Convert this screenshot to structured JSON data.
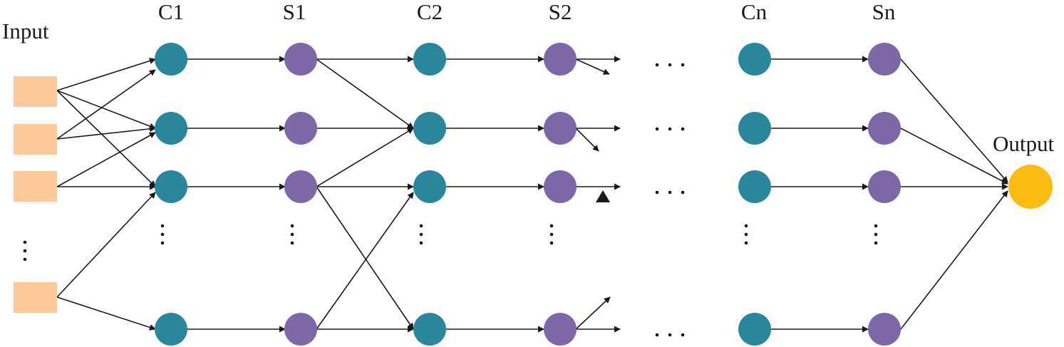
{
  "labels": {
    "input": "Input",
    "output": "Output",
    "columns": [
      "C1",
      "S1",
      "C2",
      "S2",
      "Cn",
      "Sn"
    ]
  },
  "colors": {
    "input": "#fbc99b",
    "c_layer": "#2a879b",
    "s_layer": "#7e67a6",
    "output": "#fbbd14",
    "edge": "#1a1a1a"
  }
}
